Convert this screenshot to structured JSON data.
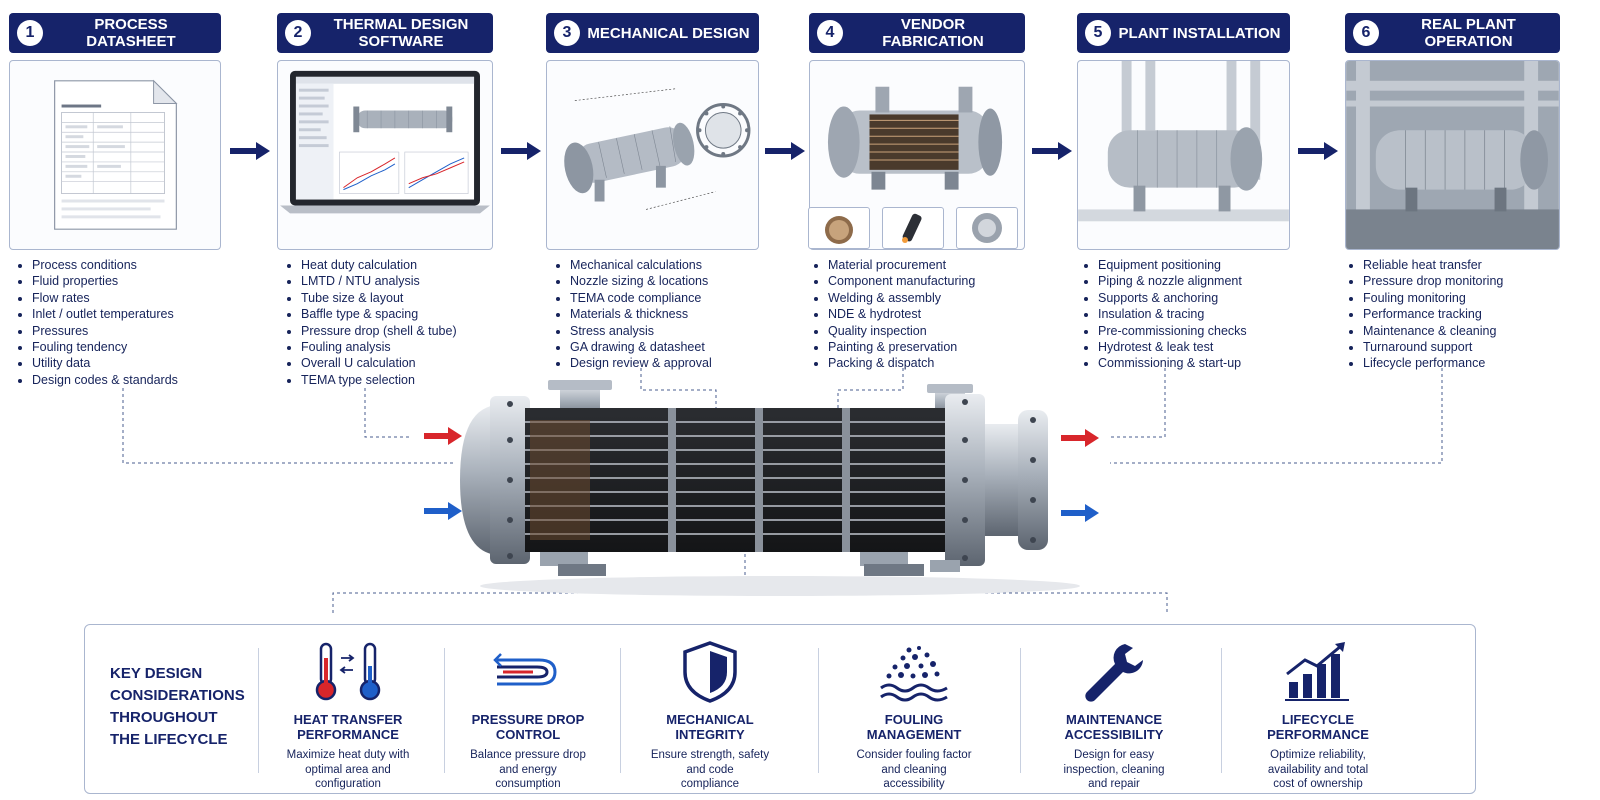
{
  "colors": {
    "navy": "#16236a",
    "hot": "#d8262b",
    "cold": "#1f5fc9",
    "steel": "#a9b1bb"
  },
  "stages": [
    {
      "num": "1",
      "title": "PROCESS DATASHEET",
      "items": [
        "Process conditions",
        "Fluid properties",
        "Flow rates",
        "Inlet / outlet temperatures",
        "Pressures",
        "Fouling tendency",
        "Utility data",
        "Design codes & standards"
      ]
    },
    {
      "num": "2",
      "title": "THERMAL DESIGN\nSOFTWARE",
      "items": [
        "Heat duty calculation",
        "LMTD / NTU analysis",
        "Tube size & layout",
        "Baffle type & spacing",
        "Pressure drop (shell & tube)",
        "Fouling analysis",
        "Overall U calculation",
        "TEMA type selection"
      ]
    },
    {
      "num": "3",
      "title": "MECHANICAL DESIGN",
      "items": [
        "Mechanical calculations",
        "Nozzle sizing & locations",
        "TEMA code compliance",
        "Materials & thickness",
        "Stress analysis",
        "GA drawing & datasheet",
        "Design review & approval"
      ]
    },
    {
      "num": "4",
      "title": "VENDOR FABRICATION",
      "items": [
        "Material procurement",
        "Component manufacturing",
        "Welding & assembly",
        "NDE & hydrotest",
        "Quality inspection",
        "Painting & preservation",
        "Packing & dispatch"
      ]
    },
    {
      "num": "5",
      "title": "PLANT INSTALLATION",
      "items": [
        "Equipment positioning",
        "Piping & nozzle alignment",
        "Supports & anchoring",
        "Insulation & tracing",
        "Pre-commissioning checks",
        "Hydrotest & leak test",
        "Commissioning & start-up"
      ]
    },
    {
      "num": "6",
      "title": "REAL PLANT OPERATION",
      "items": [
        "Reliable heat transfer",
        "Pressure drop monitoring",
        "Fouling monitoring",
        "Performance tracking",
        "Maintenance & cleaning",
        "Turnaround support",
        "Lifecycle performance"
      ]
    }
  ],
  "key_design": {
    "title": "KEY DESIGN\nCONSIDERATIONS\nTHROUGHOUT\nTHE LIFECYCLE",
    "items": [
      {
        "icon": "thermometer-icon",
        "title": "HEAT TRANSFER\nPERFORMANCE",
        "desc": "Maximize heat duty with\noptimal area and\nconfiguration"
      },
      {
        "icon": "pressure-flow-icon",
        "title": "PRESSURE DROP\nCONTROL",
        "desc": "Balance pressure drop\nand energy\nconsumption"
      },
      {
        "icon": "shield-icon",
        "title": "MECHANICAL\nINTEGRITY",
        "desc": "Ensure strength, safety\nand code\ncompliance"
      },
      {
        "icon": "fouling-icon",
        "title": "FOULING\nMANAGEMENT",
        "desc": "Consider fouling factor\nand cleaning\naccessibility"
      },
      {
        "icon": "wrench-icon",
        "title": "MAINTENANCE\nACCESSIBILITY",
        "desc": "Design for easy\ninspection, cleaning\nand repair"
      },
      {
        "icon": "growth-chart-icon",
        "title": "LIFECYCLE\nPERFORMANCE",
        "desc": "Optimize reliability,\navailability and total\ncost of ownership"
      }
    ]
  }
}
